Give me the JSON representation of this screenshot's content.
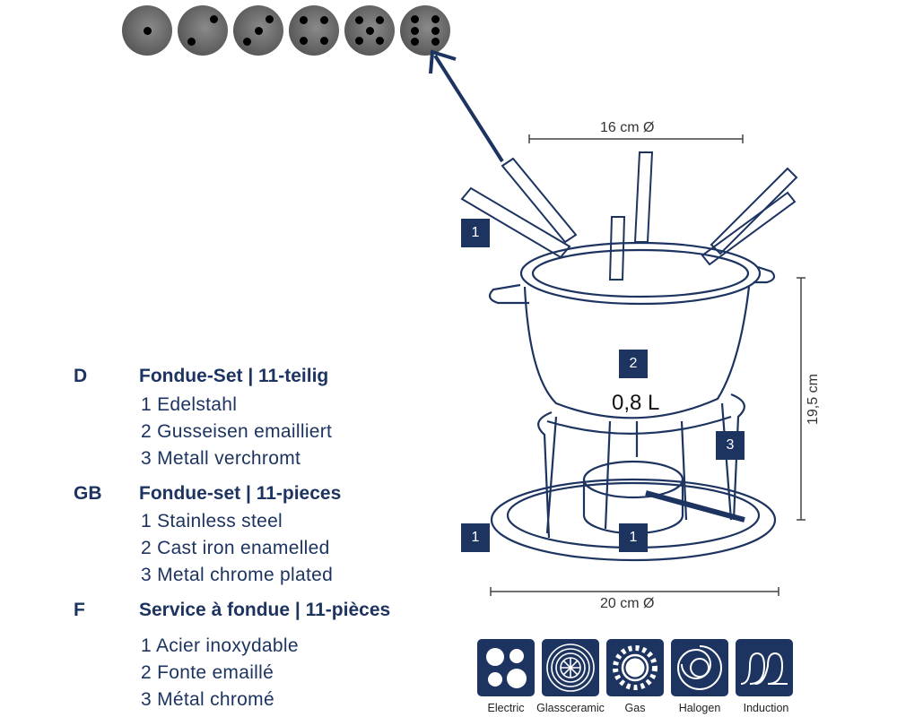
{
  "dice": [
    1,
    2,
    3,
    4,
    5,
    6
  ],
  "dimensions": {
    "pot_diameter": "16 cm Ø",
    "height": "19,5 cm",
    "base_diameter": "20 cm Ø",
    "capacity": "0,8 L"
  },
  "callouts": [
    "1",
    "2",
    "3",
    "1",
    "1"
  ],
  "sections": [
    {
      "lang": "D",
      "title": "Fondue-Set | 11-teilig",
      "items": [
        "1  Edelstahl",
        "2  Gusseisen emailliert",
        "3  Metall verchromt"
      ]
    },
    {
      "lang": "GB",
      "title": "Fondue-set | 11-pieces",
      "items": [
        "1  Stainless steel",
        "2  Cast iron enamelled",
        "3  Metal chrome plated"
      ]
    },
    {
      "lang": "F",
      "title": "Service à fondue | 11-pièces",
      "items": [
        "1  Acier inoxydable",
        "2  Fonte emaillé",
        "3  Métal chromé"
      ]
    }
  ],
  "heat_sources": [
    "Electric",
    "Glassceramic",
    "Gas",
    "Halogen",
    "Induction"
  ],
  "colors": {
    "brand": "#1d3461"
  }
}
